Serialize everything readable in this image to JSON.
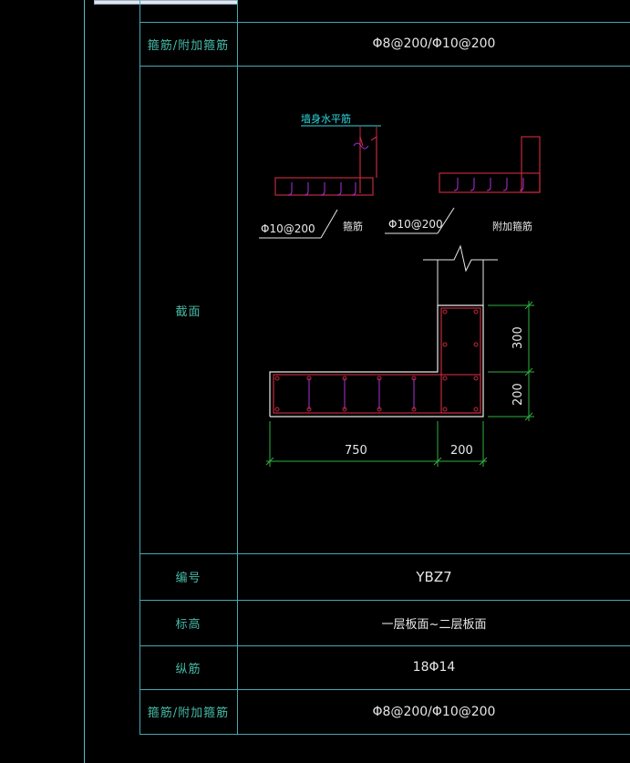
{
  "rows": {
    "stirrup_top": {
      "label": "箍筋/附加箍筋",
      "value": "Φ8@200/Φ10@200"
    },
    "section": {
      "label": "截面"
    },
    "id": {
      "label": "编号",
      "value": "YBZ7"
    },
    "elevation": {
      "label": "标高",
      "value": "一层板面~二层板面"
    },
    "longitudinal": {
      "label": "纵筋",
      "value": "18Φ14"
    },
    "stirrup_bottom": {
      "label": "箍筋/附加箍筋",
      "value": "Φ8@200/Φ10@200"
    }
  },
  "drawing": {
    "wall_horizontal_label": "墙身水平筋",
    "callout_left": "Φ10@200",
    "callout_left_note": "箍筋",
    "callout_right": "Φ10@200",
    "callout_right_note": "附加箍筋",
    "dim_bottom_left": "750",
    "dim_bottom_right": "200",
    "dim_right_upper": "300",
    "dim_right_lower": "200"
  },
  "colors": {
    "grid": "#48a6b4",
    "rebar": "#c0283c",
    "stirrup": "#b030d8",
    "dimension": "#2fb040",
    "outline": "#e8e8e8",
    "label": "#46b9a6"
  }
}
